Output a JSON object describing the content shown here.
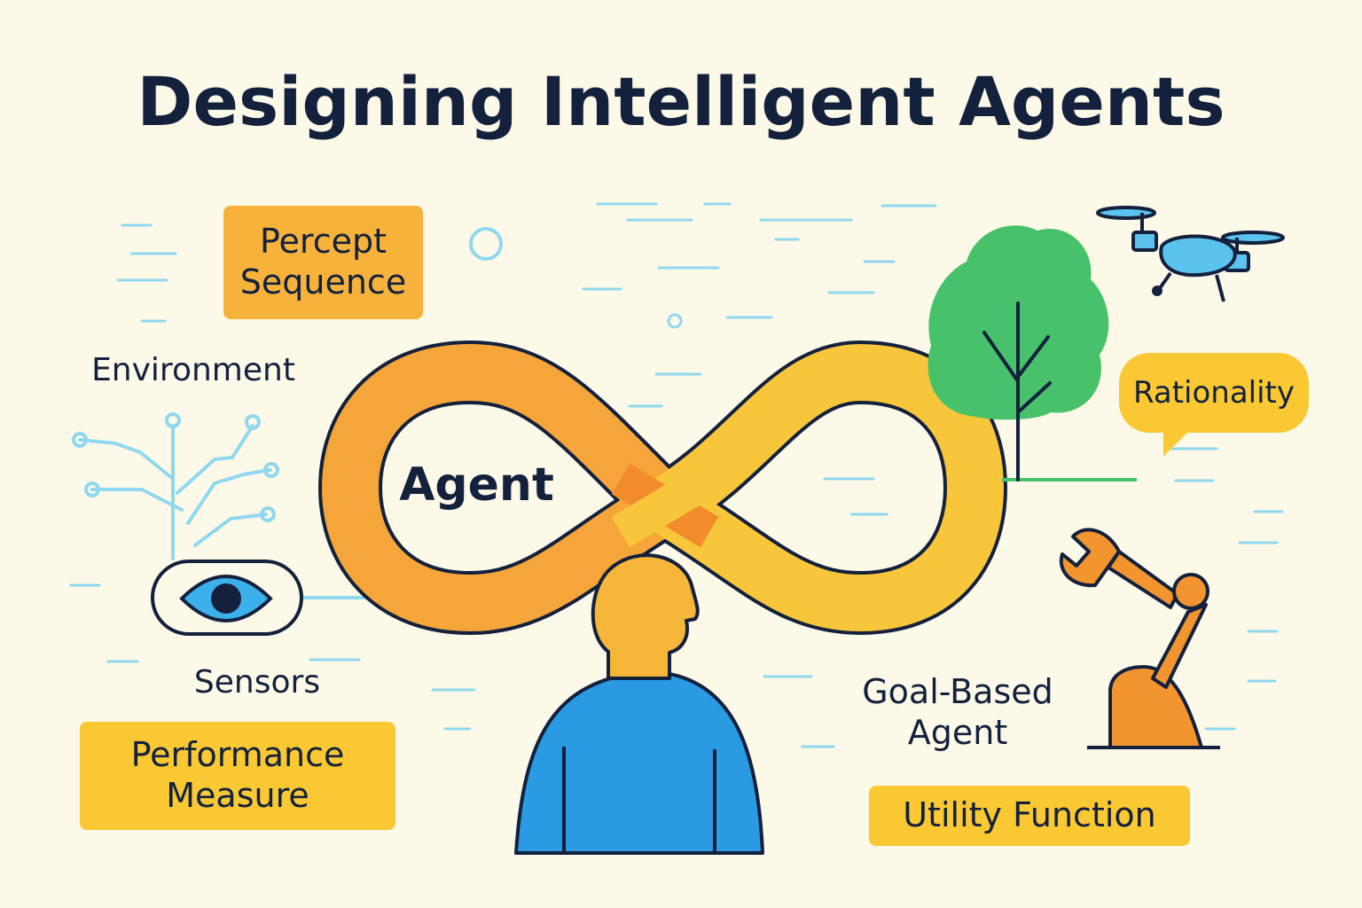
{
  "title": "Designing Intelligent Agents",
  "labels": {
    "percept_sequence": "Percept\nSequence",
    "environment": "Environment",
    "agent": "Agent",
    "rationality": "Rationality",
    "sensors": "Sensors",
    "performance_measure": "Performance\nMeasure",
    "goal_based_agent": "Goal-Based\nAgent",
    "utility_function": "Utility Function"
  },
  "colors": {
    "background": "#fdf9e8",
    "text": "#13213d",
    "box_orange": "#f7b23b",
    "box_yellow": "#f9c832",
    "infinity_orange": "#f5a53a",
    "infinity_yellow": "#f8c63a",
    "person_blue": "#2a9be3",
    "tree_green": "#47c26b",
    "line_blue": "#8fd8ef",
    "robot_orange": "#f2952f"
  },
  "icons": [
    "eye-icon",
    "circuit-icon",
    "tree-icon",
    "drone-icon",
    "robot-arm-icon",
    "person-icon",
    "infinity-loop-icon"
  ]
}
